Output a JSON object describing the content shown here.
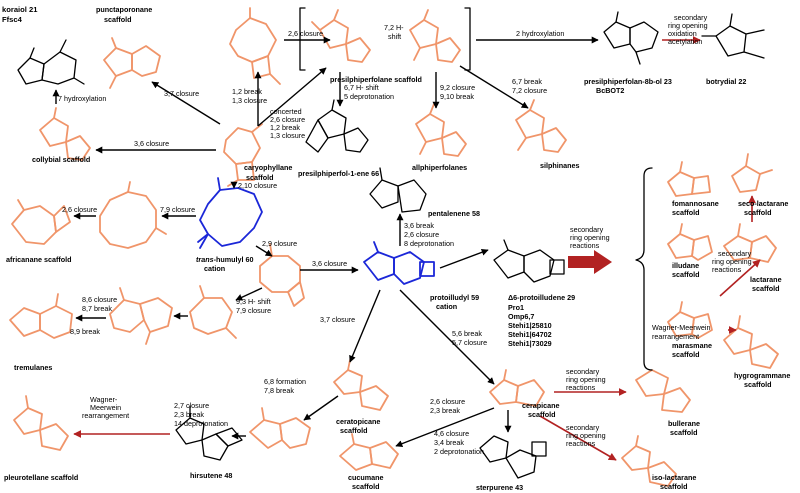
{
  "compounds": {
    "koraiol": {
      "name": "koraiol",
      "num": "21",
      "enzyme": "Ffsc4"
    },
    "punctaporonane": "punctaporonane scaffold",
    "presilphiperfolane": "presilphiperfolane scaffold",
    "presilphiperfolan_ol": {
      "name": "presilphiperfolan-8b-ol",
      "num": "23",
      "enzyme": "BcBOT2"
    },
    "botrydial": {
      "name": "botrydial",
      "num": "22"
    },
    "collybial": "collybial scaffold",
    "caryophyllane": "caryophyllane scaffold",
    "presilphiperfol_ene": {
      "name": "presilphiperfol-1-ene",
      "num": "66"
    },
    "alliphiperfolanes": "allphiperfolanes",
    "silphinanes": "silphinanes",
    "africanane": "africanane scaffold",
    "humulyl": {
      "prefix": "trans",
      "name": "-humulyl",
      "num": "60",
      "suffix": "cation"
    },
    "pentalenene": {
      "name": "pentalenene",
      "num": "58"
    },
    "protoilludyl": {
      "name": "protoilludyl",
      "num": "59",
      "suffix": "cation"
    },
    "protoilludene": {
      "name": "Δ6-protoilludene",
      "num": "29",
      "enzymes": [
        "Pro1",
        "Omp6,7",
        "Stehi1|25810",
        "Stehi1|64702",
        "Stehi1|73029"
      ]
    },
    "fomannosane": "fomannosane scaffold",
    "illudane": "illudane scaffold",
    "marasmane": "marasmane scaffold",
    "seco_lactarane": "seco-lactarane scaffold",
    "lactarane": "lactarane scaffold",
    "hygrogrammane": "hygrogrammane scaffold",
    "tremulanes": "tremulanes",
    "ceratopicane": "ceratopicane scaffold",
    "cerapicane": "cerapicane scaffold",
    "bullerane": "bullerane scaffold",
    "hirsutene": {
      "name": "hirsutene",
      "num": "48"
    },
    "pleurotellane": "pleurotellane scaffold",
    "cucumane": "cucumane scaffold",
    "sterpurene": {
      "name": "sterpurene",
      "num": "43"
    },
    "isolactarane": "iso-lactarane scaffold"
  },
  "steps": {
    "s26closure": "2,6 closure",
    "s72shift": [
      "7,2 H-",
      "shift"
    ],
    "s2hydrox": "2 hydroxylation",
    "ssecondary1": [
      "secondary",
      "ring opening",
      "oxidation",
      "acetylation"
    ],
    "s37closure": "3,7 closure",
    "s12break": [
      "1,2 break",
      "1,3 closure"
    ],
    "sconcerted": [
      "concerted",
      "2,6 closure",
      "1,2 break",
      "1,3 closure"
    ],
    "s67shift": [
      "6,7 H- shift",
      "5 deprotonation"
    ],
    "s92closure": [
      "9,2 closure",
      "9,10 break"
    ],
    "s67break": [
      "6,7 break",
      "7,2 closure"
    ],
    "s7hydrox": "7 hydroxylation",
    "s36closure": "3,6 closure",
    "s210closure": "2,10 closure",
    "s26closure2": "2,6 closure",
    "s79closure": "7,9 closure",
    "s29closure": "2,9 closure",
    "s36break": [
      "3,6 break",
      "2,6 closure",
      "8 deprotonation"
    ],
    "ssecondary2": [
      "secondary",
      "ring opening",
      "reactions"
    ],
    "s36closure2": "3,6 closure",
    "s93shift": [
      "9,3 H- shift",
      "7,9 closure"
    ],
    "s86closure": [
      "8,6 closure",
      "8,7 break"
    ],
    "s89break": "8,9 break",
    "s37closure2": "3,7 closure",
    "s56break": [
      "5,6 break",
      "5,7 closure"
    ],
    "ssecondary3": [
      "secondary",
      "ring opening",
      "reactions"
    ],
    "swagner1": [
      "Wagner-Meerwein",
      "rearrangement"
    ],
    "s68formation": [
      "6,8 formation",
      "7,8 break"
    ],
    "s27closure": [
      "2,7 closure",
      "2,3 break",
      "14 deprotonation"
    ],
    "swagner2": [
      "Wagner-",
      "Meerwein",
      "rearrangement"
    ],
    "s26closure3": [
      "2,6 closure",
      "2,3 break"
    ],
    "s46closure": [
      "4,6 closure",
      "3,4 break",
      "2 deprotonation"
    ],
    "ssecondary4": [
      "secondary",
      "ring opening",
      "reactions"
    ],
    "ssecondary5": [
      "secondary",
      "ring opening",
      "reactions"
    ]
  },
  "colors": {
    "scaffold": "#f0956a",
    "humulyl": "#1b27d8",
    "enzymatic": "#b22222"
  }
}
